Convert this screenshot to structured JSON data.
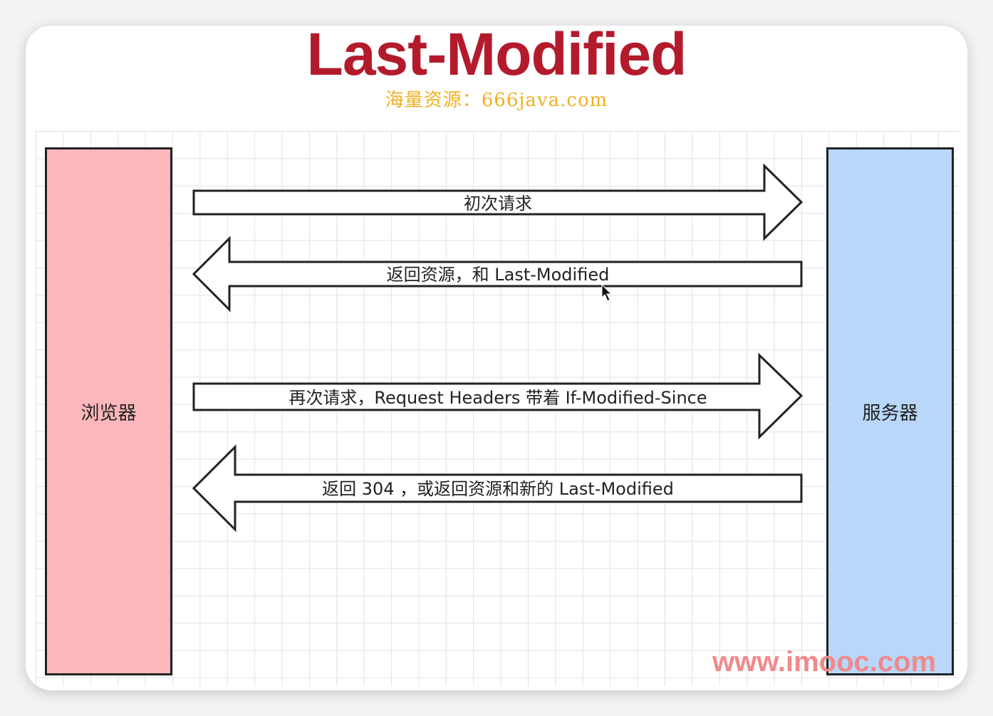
{
  "title": "Last-Modified",
  "watermark_top": "海量资源：666java.com",
  "watermark_bottom": "www.imooc.com",
  "nodes": {
    "browser": "浏览器",
    "server": "服务器"
  },
  "arrows": [
    {
      "label": "初次请求",
      "direction": "right"
    },
    {
      "label": "返回资源，和 Last-Modified",
      "direction": "left"
    },
    {
      "label": "再次请求，Request Headers 带着 If-Modified-Since",
      "direction": "right"
    },
    {
      "label": "返回 304 ，或返回资源和新的 Last-Modified",
      "direction": "left"
    }
  ],
  "colors": {
    "title": "#b31b2c",
    "browser_fill": "#fbb7bb",
    "server_fill": "#b8d7fb",
    "watermark_top": "#f0b020"
  }
}
